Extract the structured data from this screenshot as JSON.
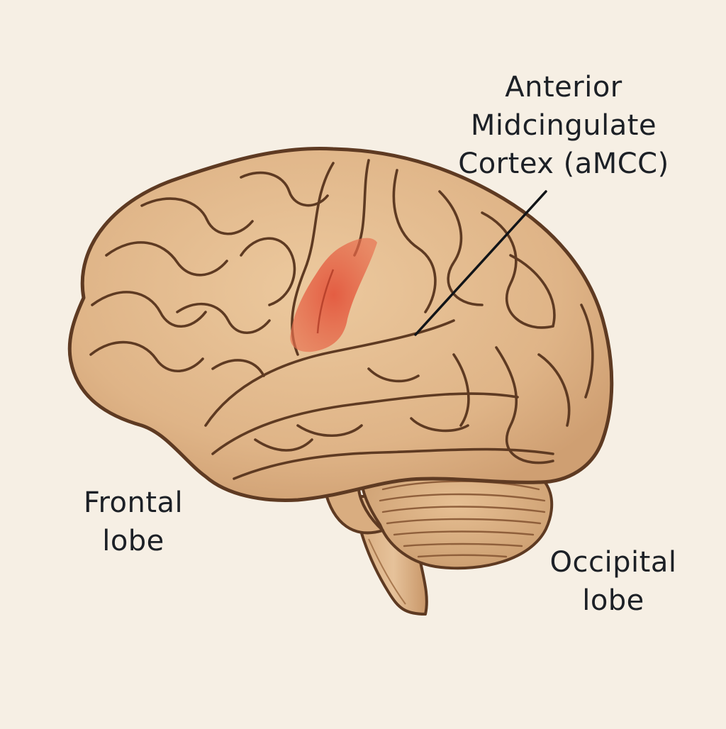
{
  "diagram": {
    "background_color": "#f6efe4",
    "brain_fill_color": "#e2ba8b",
    "outline_color": "#5e3a22",
    "highlight_color": "#e4553a",
    "labels": {
      "amcc": {
        "line1": "Anterior",
        "line2": "Midcingulate",
        "line3": "Cortex (aMCC)"
      },
      "frontal": {
        "line1": "Frontal",
        "line2": "lobe"
      },
      "occipital": {
        "line1": "Occipital",
        "line2": "lobe"
      }
    }
  }
}
